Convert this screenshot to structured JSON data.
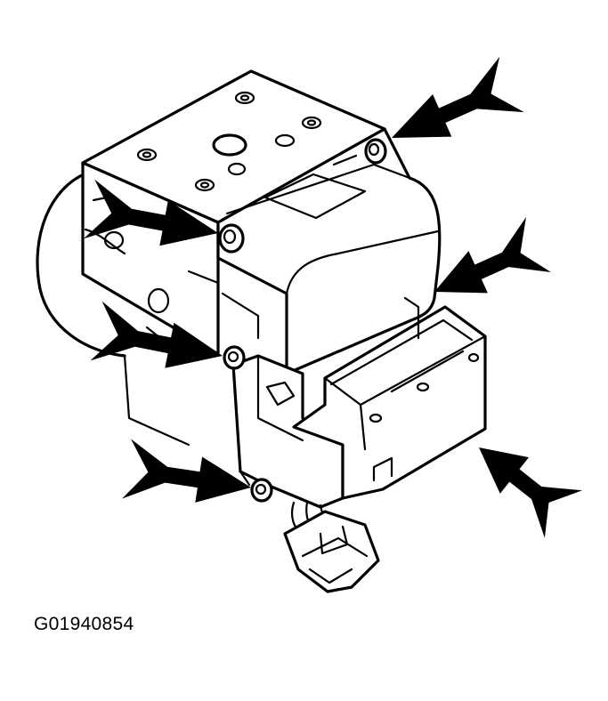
{
  "figure": {
    "id_label": "G01940854",
    "ink_color": "#000000",
    "background_color": "#ffffff"
  },
  "callouts": [
    {
      "name": "arrow-top-right-bolt",
      "icon": "arrow-icon"
    },
    {
      "name": "arrow-left-upper-bolt",
      "icon": "arrow-icon"
    },
    {
      "name": "arrow-right-cover",
      "icon": "arrow-icon"
    },
    {
      "name": "arrow-left-middle-bolt",
      "icon": "arrow-icon"
    },
    {
      "name": "arrow-left-lower-bolt",
      "icon": "arrow-icon"
    },
    {
      "name": "arrow-bottom-right-connector",
      "icon": "arrow-icon"
    }
  ]
}
